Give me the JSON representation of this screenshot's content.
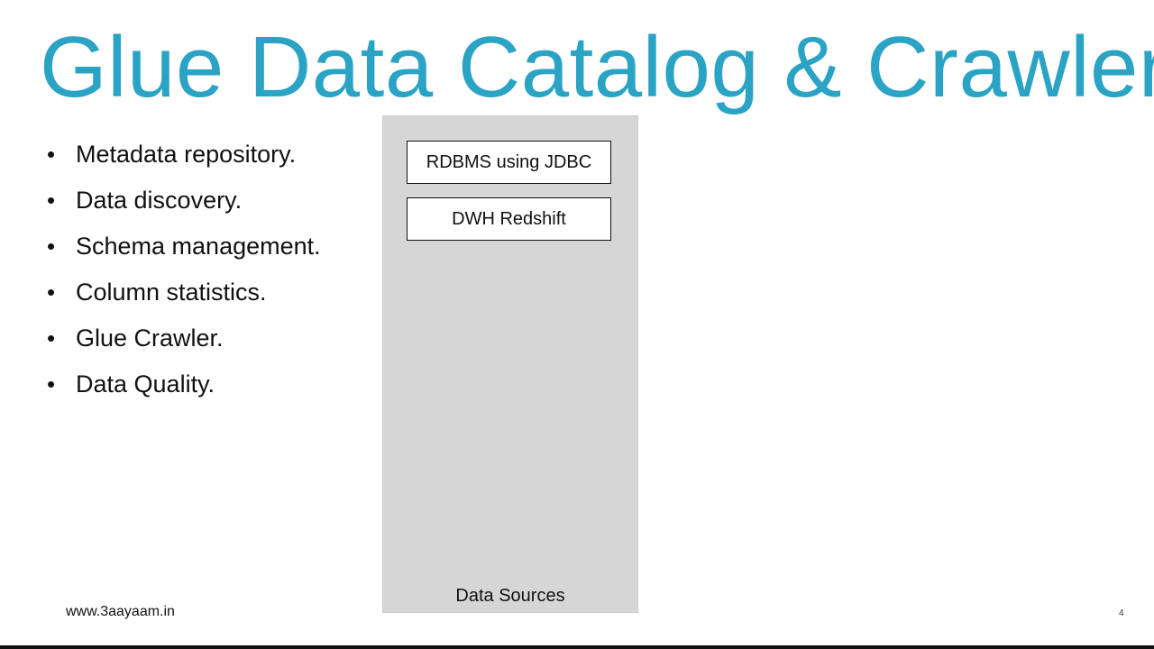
{
  "slide": {
    "title": "Glue Data Catalog & Crawler",
    "bullets": [
      "Metadata repository.",
      "Data discovery.",
      "Schema management.",
      "Column statistics.",
      "Glue Crawler.",
      "Data Quality."
    ],
    "panel": {
      "sources": [
        "RDBMS using JDBC",
        "DWH Redshift"
      ],
      "label": "Data Sources"
    },
    "footer": {
      "url": "www.3aayaam.in",
      "page_number": "4"
    }
  },
  "colors": {
    "title": "#2aa3c4",
    "panel_bg": "#d6d6d6",
    "text": "#111111"
  }
}
